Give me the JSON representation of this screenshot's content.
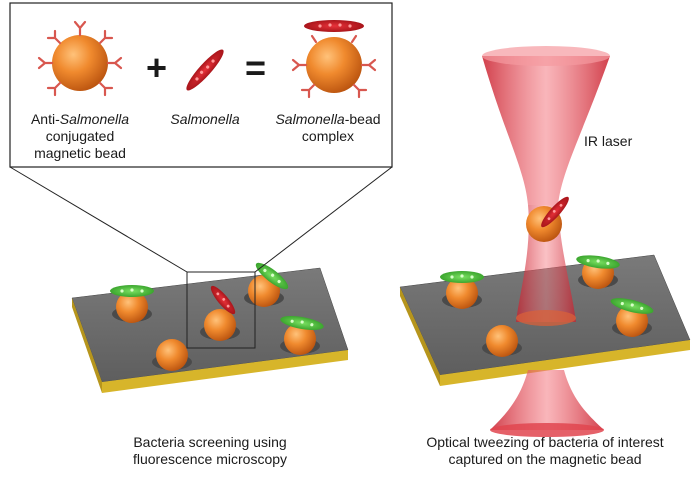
{
  "inset": {
    "bead_label": {
      "pre": "Anti-",
      "em": "Salmonella",
      "line2": "conjugated",
      "line3": "magnetic bead"
    },
    "plus": "+",
    "bacterium_label": "Salmonella",
    "equals": "=",
    "complex_label": {
      "em": "Salmonella",
      "post": "-bead",
      "line2": "complex"
    }
  },
  "laser_label": "IR laser",
  "captions": {
    "left": [
      "Bacteria screening using",
      "fluorescence microscopy"
    ],
    "right": [
      "Optical tweezing of bacteria of interest",
      "captured on the magnetic bead"
    ]
  },
  "colors": {
    "bead": "#e87f2a",
    "bacterium": "#c0141a",
    "fluorescent_bacterium": "#3fbf2f",
    "slide_top": "#6e6e6e",
    "slide_edge": "#d7b52a",
    "laser": "#e0454f"
  }
}
